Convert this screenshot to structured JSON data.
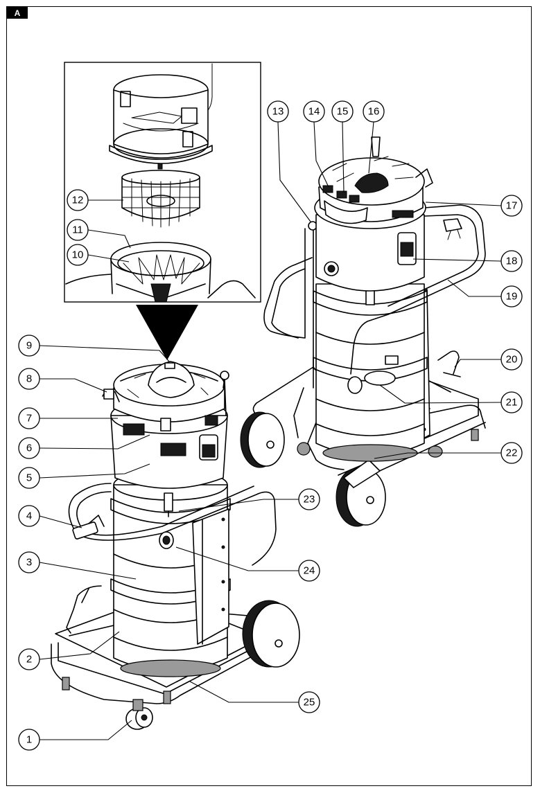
{
  "figure": {
    "tag": "A"
  },
  "callouts": [
    {
      "id": "1",
      "label": "1"
    },
    {
      "id": "2",
      "label": "2"
    },
    {
      "id": "3",
      "label": "3"
    },
    {
      "id": "4",
      "label": "4"
    },
    {
      "id": "5",
      "label": "5"
    },
    {
      "id": "6",
      "label": "6"
    },
    {
      "id": "7",
      "label": "7"
    },
    {
      "id": "8",
      "label": "8"
    },
    {
      "id": "9",
      "label": "9"
    },
    {
      "id": "10",
      "label": "10"
    },
    {
      "id": "11",
      "label": "11"
    },
    {
      "id": "12",
      "label": "12"
    },
    {
      "id": "13",
      "label": "13"
    },
    {
      "id": "14",
      "label": "14"
    },
    {
      "id": "15",
      "label": "15"
    },
    {
      "id": "16",
      "label": "16"
    },
    {
      "id": "17",
      "label": "17"
    },
    {
      "id": "18",
      "label": "18"
    },
    {
      "id": "19",
      "label": "19"
    },
    {
      "id": "20",
      "label": "20"
    },
    {
      "id": "21",
      "label": "21"
    },
    {
      "id": "22",
      "label": "22"
    },
    {
      "id": "23",
      "label": "23"
    },
    {
      "id": "24",
      "label": "24"
    },
    {
      "id": "25",
      "label": "25"
    }
  ]
}
